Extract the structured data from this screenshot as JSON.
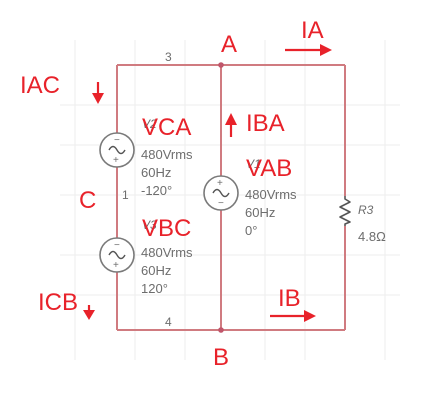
{
  "nodes": {
    "top": "3",
    "bottom": "4",
    "left_mid": "1"
  },
  "sources": [
    {
      "id": "V2",
      "name": "V2",
      "voltage": "480Vrms",
      "freq": "60Hz",
      "phase": "-120°"
    },
    {
      "id": "V3",
      "name": "V3",
      "voltage": "480Vrms",
      "freq": "60Hz",
      "phase": "120°"
    },
    {
      "id": "V1",
      "name": "V1",
      "voltage": "480Vrms",
      "freq": "60Hz",
      "phase": "0°"
    }
  ],
  "resistor": {
    "name": "R3",
    "value": "4.8Ω"
  },
  "annotations": {
    "node_a": "A",
    "node_b": "B",
    "node_c": "C",
    "ia": "IA",
    "ib": "IB",
    "iac": "IAC",
    "icb": "ICB",
    "iba": "IBA",
    "vca": "VCA",
    "vbc": "VBC",
    "vab": "VAB"
  },
  "colors": {
    "wire": "#d07b80",
    "annotation": "#e8222a",
    "component": "#7a7a7a"
  }
}
